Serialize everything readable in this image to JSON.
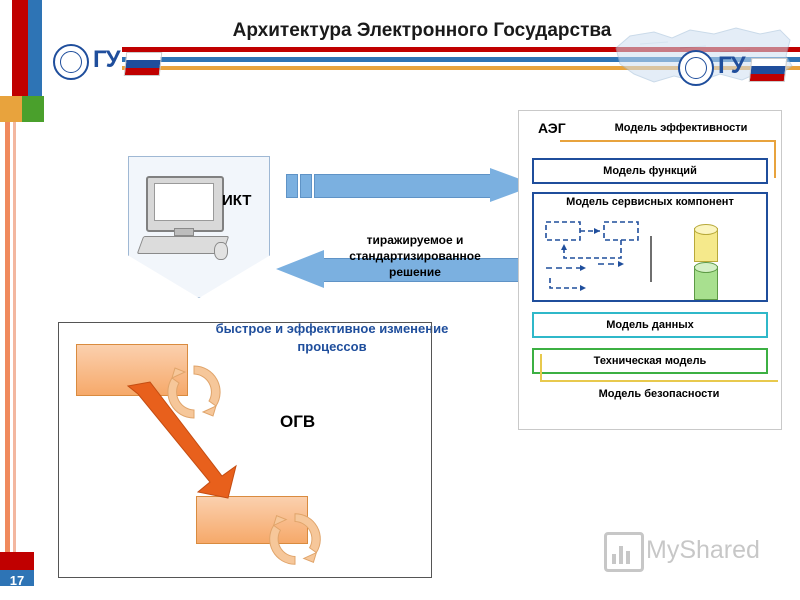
{
  "slide": {
    "title": "Архитектура Электронного Государства",
    "page_number": "17"
  },
  "logo": {
    "left_text": "ГУ",
    "right_text": "ГУ"
  },
  "ikt": {
    "label": "ИКТ",
    "icon": "desktop-computer-icon"
  },
  "arrows": {
    "right_label": "",
    "left_caption": "тиражируемое и стандартизированное решение",
    "change_caption": "быстрое и эффективное изменение процессов"
  },
  "ogv": {
    "label": "ОГВ"
  },
  "aeg": {
    "title": "АЭГ",
    "efficiency_label": "Модель эффективности",
    "security_label": "Модель безопасности",
    "boxes": [
      {
        "label": "Модель функций",
        "color": "#1f4e9c"
      },
      {
        "label": "Модель сервисных компонент",
        "color": "#1f4e9c"
      },
      {
        "label": "Модель данных",
        "color": "#2fb8c9"
      },
      {
        "label": "Техническая модель",
        "color": "#3cb043"
      }
    ]
  },
  "watermark": {
    "text": "MyShared",
    "icon": "chart-bars-icon"
  },
  "colors": {
    "title_underline_red": "#c00000",
    "title_underline_blue": "#2e74b5",
    "title_underline_orange": "#e8a33d",
    "arrow_blue": "#7bb0e0",
    "process_orange": "#f6a96a",
    "accent_blue": "#1f4e9c"
  }
}
